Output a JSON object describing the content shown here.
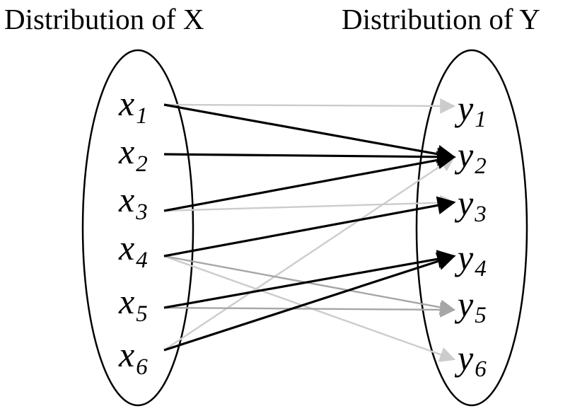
{
  "titles": {
    "left": "Distribution of X",
    "right": "Distribution of Y"
  },
  "x_nodes": [
    {
      "base": "x",
      "sub": "1"
    },
    {
      "base": "x",
      "sub": "2"
    },
    {
      "base": "x",
      "sub": "3"
    },
    {
      "base": "x",
      "sub": "4"
    },
    {
      "base": "x",
      "sub": "5"
    },
    {
      "base": "x",
      "sub": "6"
    }
  ],
  "y_nodes": [
    {
      "base": "y",
      "sub": "1"
    },
    {
      "base": "y",
      "sub": "2"
    },
    {
      "base": "y",
      "sub": "3"
    },
    {
      "base": "y",
      "sub": "4"
    },
    {
      "base": "y",
      "sub": "5"
    },
    {
      "base": "y",
      "sub": "6"
    }
  ],
  "colors": {
    "strong": "#000000",
    "medium": "#a6a6a6",
    "light": "#cccccc"
  },
  "edges": [
    {
      "from": 1,
      "to": 1,
      "weight": "light"
    },
    {
      "from": 1,
      "to": 2,
      "weight": "strong"
    },
    {
      "from": 2,
      "to": 2,
      "weight": "strong"
    },
    {
      "from": 3,
      "to": 2,
      "weight": "strong"
    },
    {
      "from": 3,
      "to": 3,
      "weight": "light"
    },
    {
      "from": 4,
      "to": 3,
      "weight": "strong"
    },
    {
      "from": 4,
      "to": 5,
      "weight": "medium"
    },
    {
      "from": 4,
      "to": 6,
      "weight": "light"
    },
    {
      "from": 5,
      "to": 4,
      "weight": "strong"
    },
    {
      "from": 5,
      "to": 5,
      "weight": "medium"
    },
    {
      "from": 6,
      "to": 2,
      "weight": "light"
    },
    {
      "from": 6,
      "to": 4,
      "weight": "strong"
    }
  ]
}
